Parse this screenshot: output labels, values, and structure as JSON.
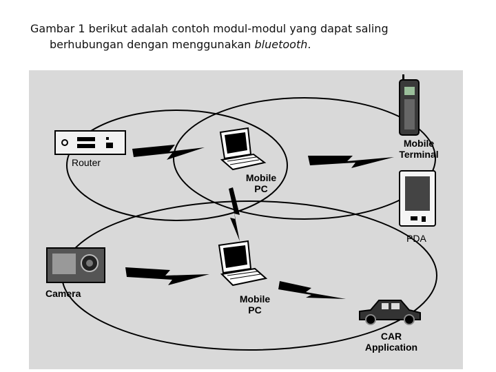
{
  "caption": {
    "line1": "Gambar 1 berikut adalah contoh modul-modul yang dapat saling",
    "line2_prefix": "berhubungan dengan menggunakan ",
    "line2_italic": "bluetooth",
    "line2_suffix": "."
  },
  "diagram": {
    "labels": {
      "router": "Router",
      "mobile_pc_top_1": "Mobile",
      "mobile_pc_top_2": "PC",
      "mobile_terminal_1": "Mobile",
      "mobile_terminal_2": "Terminal",
      "pda": "PDA",
      "camera": "Camera",
      "mobile_pc_bottom_1": "Mobile",
      "mobile_pc_bottom_2": "PC",
      "car_1": "CAR",
      "car_2": "Application"
    }
  }
}
